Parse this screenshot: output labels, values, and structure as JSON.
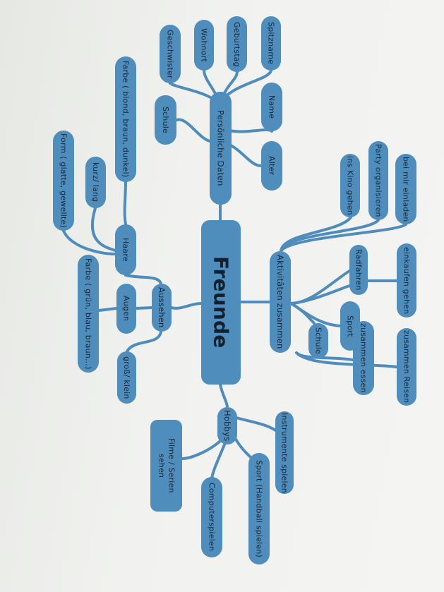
{
  "center": "Freunde",
  "personal": {
    "label": "Persönliche Daten",
    "children": [
      "Spitzname",
      "Geburtstag",
      "Wohnort",
      "Geschwister",
      "Name",
      "Alter",
      "Schule"
    ]
  },
  "appearance": {
    "label": "Aussehen",
    "hair": {
      "label": "Haare",
      "children": [
        "Farbe ( blond, braun, dunkel)",
        "kurz/ lang",
        "Form ( glatte, gewellte)"
      ]
    },
    "eyes": {
      "label": "Augen",
      "children": [
        "Farbe ( grün, blau, braun...)"
      ]
    },
    "size": "groß/ klein"
  },
  "activities": {
    "label": "Aktivitäten zusammen",
    "children": [
      "bei mir einladen",
      "Party organisieren",
      "ins Kino gehen",
      "einkaufen gehen",
      "Radfahren",
      "Sport",
      "Schule",
      "zusammen essen",
      "zusammen Reisen"
    ]
  },
  "hobbies": {
    "label": "Hobbys",
    "children": [
      "Instrumente spielen",
      "Sport (Handball spielen)",
      "Computerspielen",
      "Filme / Serien sehen"
    ]
  },
  "colors": {
    "node": "#4f8dbd",
    "text": "#18283a",
    "paper": "#f1f2ef"
  }
}
